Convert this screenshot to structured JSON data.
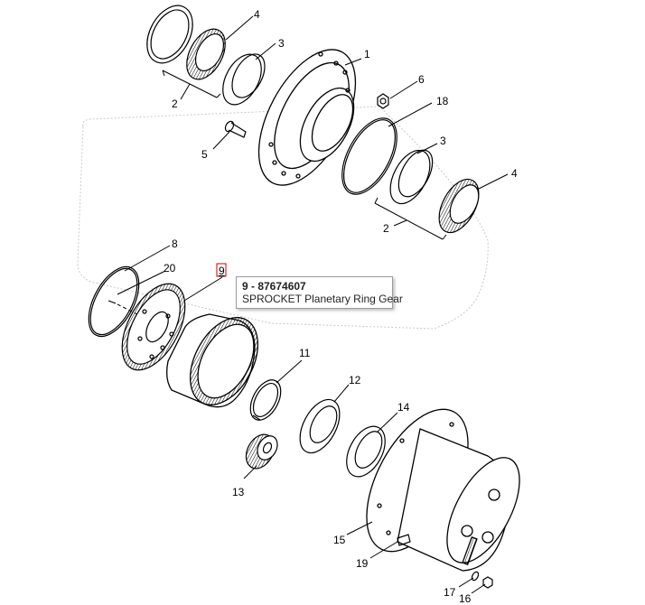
{
  "callouts": {
    "c1": "1",
    "c2a": "2",
    "c2b": "2",
    "c3a": "3",
    "c3b": "3",
    "c4a": "4",
    "c4b": "4",
    "c5": "5",
    "c6": "6",
    "c8": "8",
    "c9": "9",
    "c11": "11",
    "c12": "12",
    "c13": "13",
    "c14": "14",
    "c15": "15",
    "c16": "16",
    "c17": "17",
    "c18": "18",
    "c19": "19",
    "c20": "20"
  },
  "tooltip": {
    "title": "9 - 87674607",
    "description": "SPROCKET Planetary Ring Gear"
  },
  "colors": {
    "line": "#000000",
    "highlight": "#cc0000",
    "group_outline": "#c8c8c8"
  }
}
